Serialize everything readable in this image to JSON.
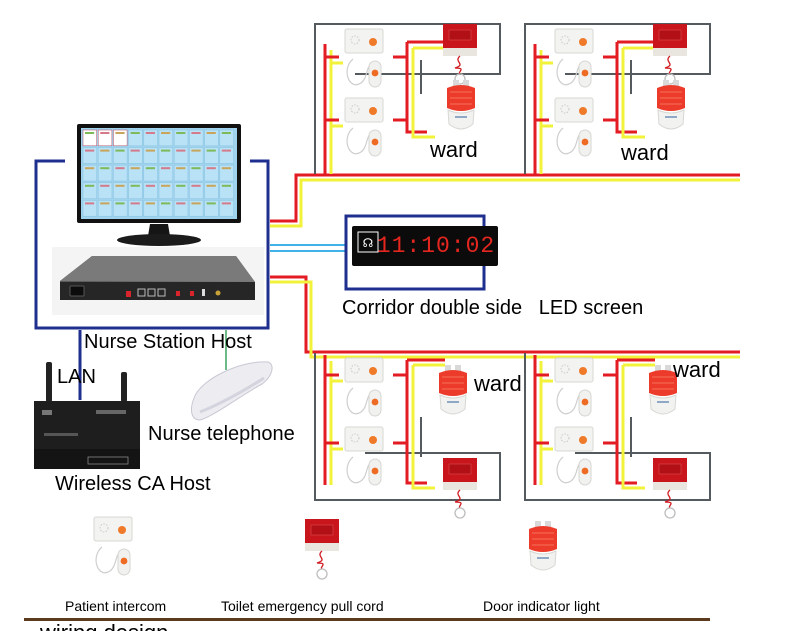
{
  "diagram": {
    "title": "Nurse call system wiring diagram",
    "colors": {
      "host_frame": "#1f2f8f",
      "power_line": "#e31b23",
      "signal_line": "#f2f23a",
      "network_line": "#3fb3e6",
      "ward_frame": "#555a5e",
      "phone_line": "#3aa35c",
      "bottom_rule": "#5b3a1e",
      "led_text": "#e5261f"
    },
    "nodes": {
      "nurse_station_host": {
        "label": "Nurse  Station  Host"
      },
      "wireless_host": {
        "label": "Wireless  CA  Host",
        "link_label": "LAN"
      },
      "nurse_telephone": {
        "label": "Nurse telephone"
      },
      "led_screen": {
        "label": "Corridor double side   LED screen",
        "display_time": "11:10:02"
      }
    },
    "wards": [
      {
        "label": "ward"
      },
      {
        "label": "ward"
      },
      {
        "label": "ward"
      },
      {
        "label": "ward"
      }
    ],
    "legend": [
      {
        "label": "Patient intercom",
        "icon": "patient-intercom-icon"
      },
      {
        "label": "Toilet emergency pull cord",
        "icon": "pull-cord-icon"
      },
      {
        "label": "Door indicator light",
        "icon": "door-light-icon"
      }
    ],
    "footer_cut_text": "wiring design"
  }
}
